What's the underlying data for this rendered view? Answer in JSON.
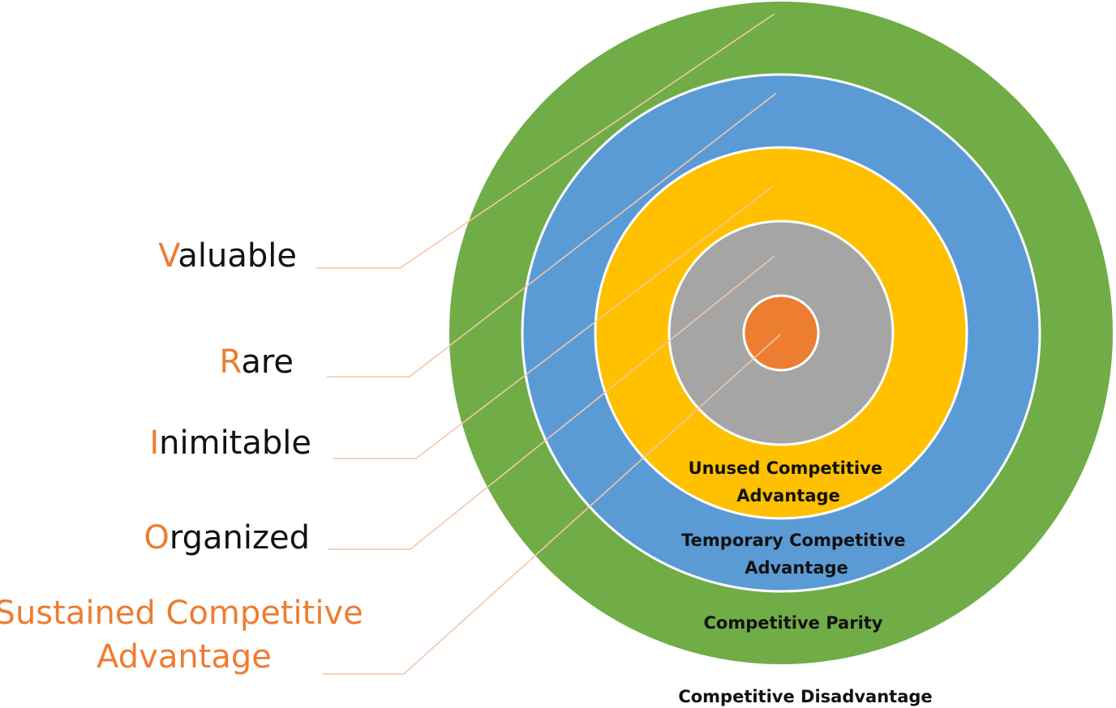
{
  "rings": [
    {
      "id": "outer",
      "color": "#70AD47",
      "label_lines": [
        "Competitive Parity"
      ]
    },
    {
      "id": "second",
      "color": "#5B9BD5",
      "label_lines": [
        "Temporary Competitive",
        "Advantage"
      ]
    },
    {
      "id": "third",
      "color": "#FFC000",
      "label_lines": [
        "Unused Competitive",
        "Advantage"
      ]
    },
    {
      "id": "fourth",
      "color": "#A5A5A5",
      "label_lines": []
    },
    {
      "id": "core",
      "color": "#ED7D31",
      "label_lines": []
    }
  ],
  "outside_label": "Competitive Disadvantage",
  "vrio": [
    {
      "initial": "V",
      "rest": "aluable"
    },
    {
      "initial": "R",
      "rest": "are"
    },
    {
      "initial": "I",
      "rest": "nimitable"
    },
    {
      "initial": "O",
      "rest": "rganized"
    }
  ],
  "sustained": {
    "line1": "Sustained Competitive",
    "line2": "Advantage"
  },
  "colors": {
    "accent": "#ED7D31",
    "leader_line": "#F4C6A8",
    "ring_border": "#FFFFFF"
  }
}
